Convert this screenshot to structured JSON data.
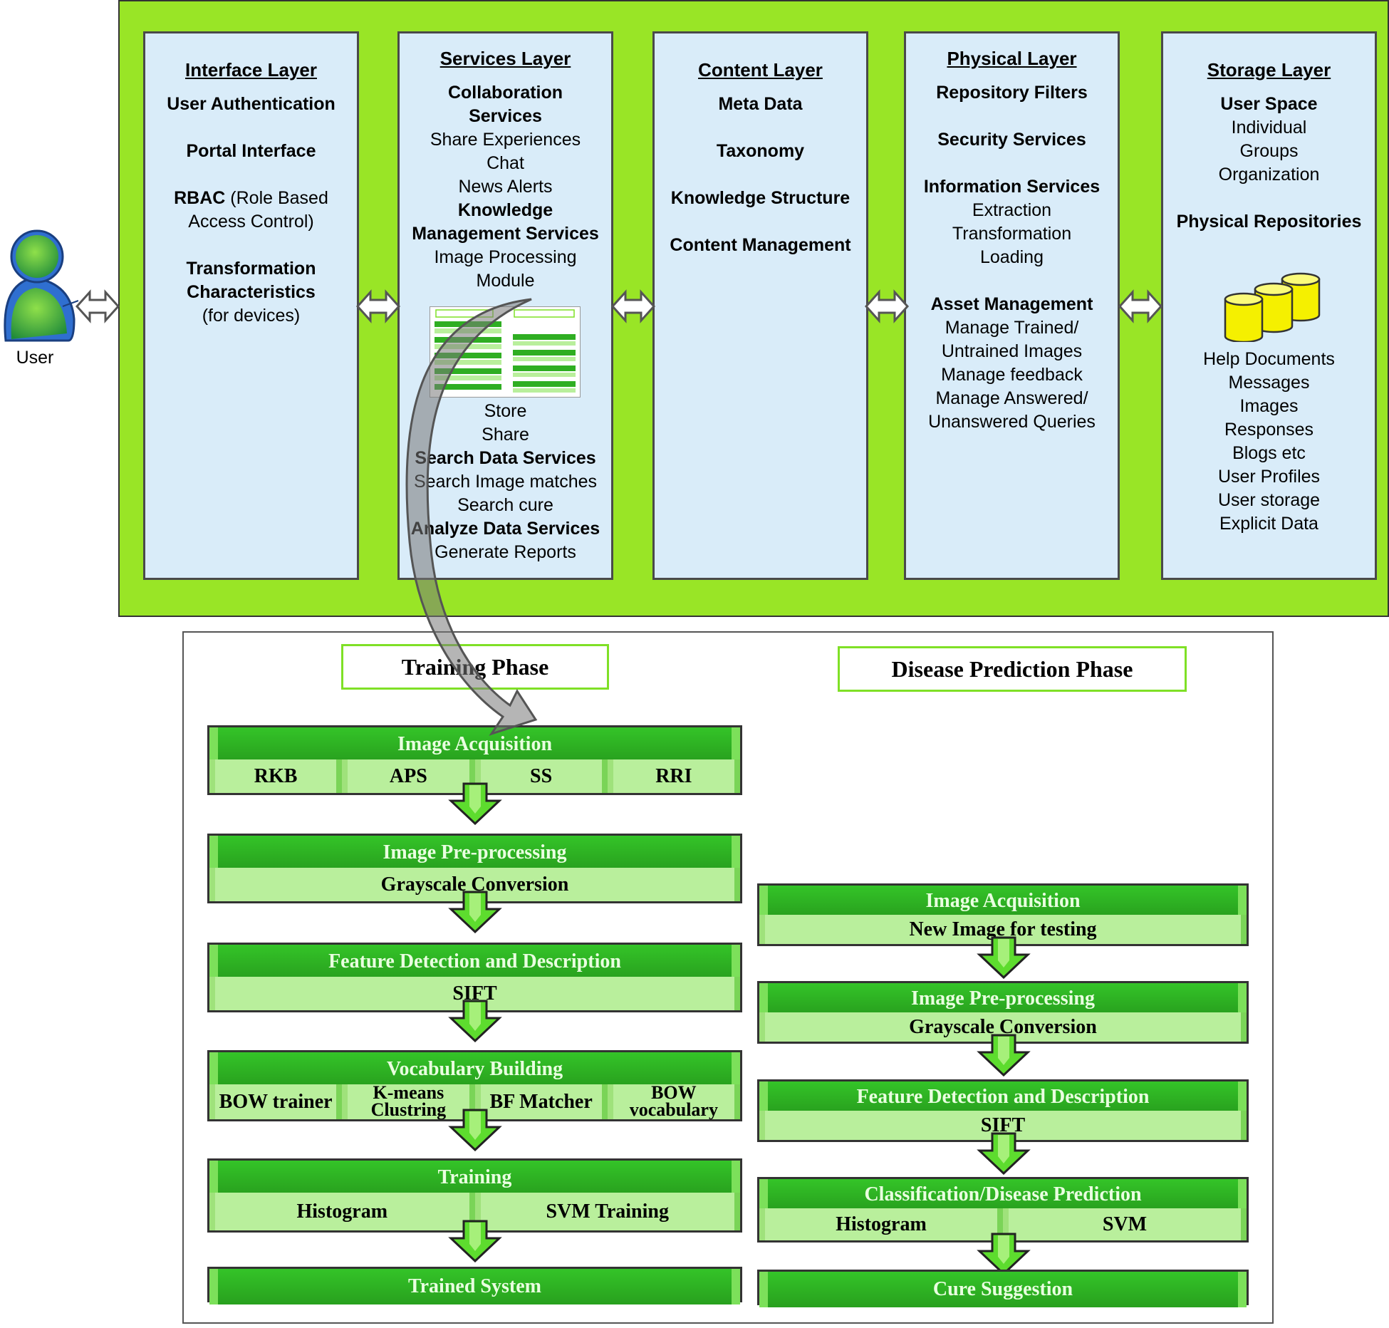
{
  "user": {
    "label": "User"
  },
  "layers": [
    {
      "title": "Interface Layer",
      "items": [
        {
          "text": "User Authentication",
          "bold": true
        },
        {
          "text": "Portal Interface",
          "bold": true,
          "gap": true
        },
        {
          "text": "RBAC",
          "bold": true,
          "gap": true,
          "suffix": " (Role Based"
        },
        {
          "text": "Access Control)",
          "bold": false
        },
        {
          "text": "Transformation",
          "bold": true,
          "gap": true
        },
        {
          "text": "Characteristics",
          "bold": true
        },
        {
          "text": "(for devices)",
          "bold": false
        }
      ]
    },
    {
      "title": "Services Layer",
      "items": [
        {
          "text": "Collaboration",
          "bold": true
        },
        {
          "text": "Services",
          "bold": true
        },
        {
          "text": "Share Experiences",
          "bold": false
        },
        {
          "text": "Chat",
          "bold": false
        },
        {
          "text": "News Alerts",
          "bold": false
        },
        {
          "text": "Knowledge",
          "bold": true
        },
        {
          "text": "Management Services",
          "bold": true
        },
        {
          "text": "Image Processing",
          "bold": false
        },
        {
          "text": "Module",
          "bold": false
        }
      ],
      "items_after": [
        {
          "text": "Store",
          "bold": false
        },
        {
          "text": "Share",
          "bold": false
        },
        {
          "text": "Search Data Services",
          "bold": true
        },
        {
          "text": "Search Image matches",
          "bold": false
        },
        {
          "text": "Search cure",
          "bold": false
        },
        {
          "text": "Analyze Data Services",
          "bold": true
        },
        {
          "text": "Generate Reports",
          "bold": false
        }
      ]
    },
    {
      "title": "Content Layer",
      "items": [
        {
          "text": "Meta Data",
          "bold": true
        },
        {
          "text": "Taxonomy",
          "bold": true,
          "gap": true
        },
        {
          "text": "Knowledge Structure",
          "bold": true,
          "gap": true
        },
        {
          "text": "Content Management",
          "bold": true,
          "gap": true
        }
      ]
    },
    {
      "title": "Physical Layer",
      "items": [
        {
          "text": "Repository Filters",
          "bold": true
        },
        {
          "text": "Security Services",
          "bold": true,
          "gap": true
        },
        {
          "text": "Information Services",
          "bold": true,
          "gap": true
        },
        {
          "text": "Extraction",
          "bold": false
        },
        {
          "text": "Transformation",
          "bold": false
        },
        {
          "text": "Loading",
          "bold": false
        },
        {
          "text": "Asset Management",
          "bold": true,
          "gap": true
        },
        {
          "text": "Manage Trained/",
          "bold": false
        },
        {
          "text": "Untrained Images",
          "bold": false
        },
        {
          "text": "Manage feedback",
          "bold": false
        },
        {
          "text": "Manage Answered/",
          "bold": false
        },
        {
          "text": "Unanswered Queries",
          "bold": false
        }
      ]
    },
    {
      "title": "Storage Layer",
      "items": [
        {
          "text": "User Space",
          "bold": true
        },
        {
          "text": "Individual",
          "bold": false
        },
        {
          "text": "Groups",
          "bold": false
        },
        {
          "text": "Organization",
          "bold": false
        },
        {
          "text": "Physical Repositories",
          "bold": true,
          "gap": true
        }
      ],
      "items_after": [
        {
          "text": "Help Documents",
          "bold": false
        },
        {
          "text": "Messages",
          "bold": false
        },
        {
          "text": "Images",
          "bold": false
        },
        {
          "text": "Responses",
          "bold": false
        },
        {
          "text": "Blogs etc",
          "bold": false
        },
        {
          "text": "User Profiles",
          "bold": false
        },
        {
          "text": "User storage",
          "bold": false
        },
        {
          "text": "Explicit Data",
          "bold": false
        }
      ]
    }
  ],
  "training": {
    "title": "Training Phase",
    "blocks": [
      {
        "head": "Image Acquisition",
        "cells": [
          "RKB",
          "APS",
          "SS",
          "RRI"
        ]
      },
      {
        "head": "Image Pre-processing",
        "cells": [
          "Grayscale Conversion"
        ]
      },
      {
        "head": "Feature Detection and Description",
        "cells": [
          "SIFT"
        ]
      },
      {
        "head": "Vocabulary Building",
        "cells": [
          "BOW  trainer",
          "K-means Clustring",
          "BF Matcher",
          "BOW vocabulary"
        ]
      },
      {
        "head": "Training",
        "cells": [
          "Histogram",
          "SVM Training"
        ]
      },
      {
        "head": "Trained System",
        "cells": []
      }
    ]
  },
  "prediction": {
    "title": "Disease Prediction Phase",
    "blocks": [
      {
        "head": "Image Acquisition",
        "cells": [
          "New Image for testing"
        ]
      },
      {
        "head": "Image Pre-processing",
        "cells": [
          "Grayscale Conversion"
        ]
      },
      {
        "head": "Feature Detection and Description",
        "cells": [
          "SIFT"
        ]
      },
      {
        "head": "Classification/Disease Prediction",
        "cells": [
          "Histogram",
          "SVM"
        ]
      },
      {
        "head": "Cure Suggestion",
        "cells": []
      }
    ]
  },
  "colors": {
    "frame": "#99e526",
    "layer_bg": "#d9ecf9",
    "block_head": "#2fae22",
    "block_row": "#b9ef9c",
    "db_yellow": "#f5f000"
  }
}
